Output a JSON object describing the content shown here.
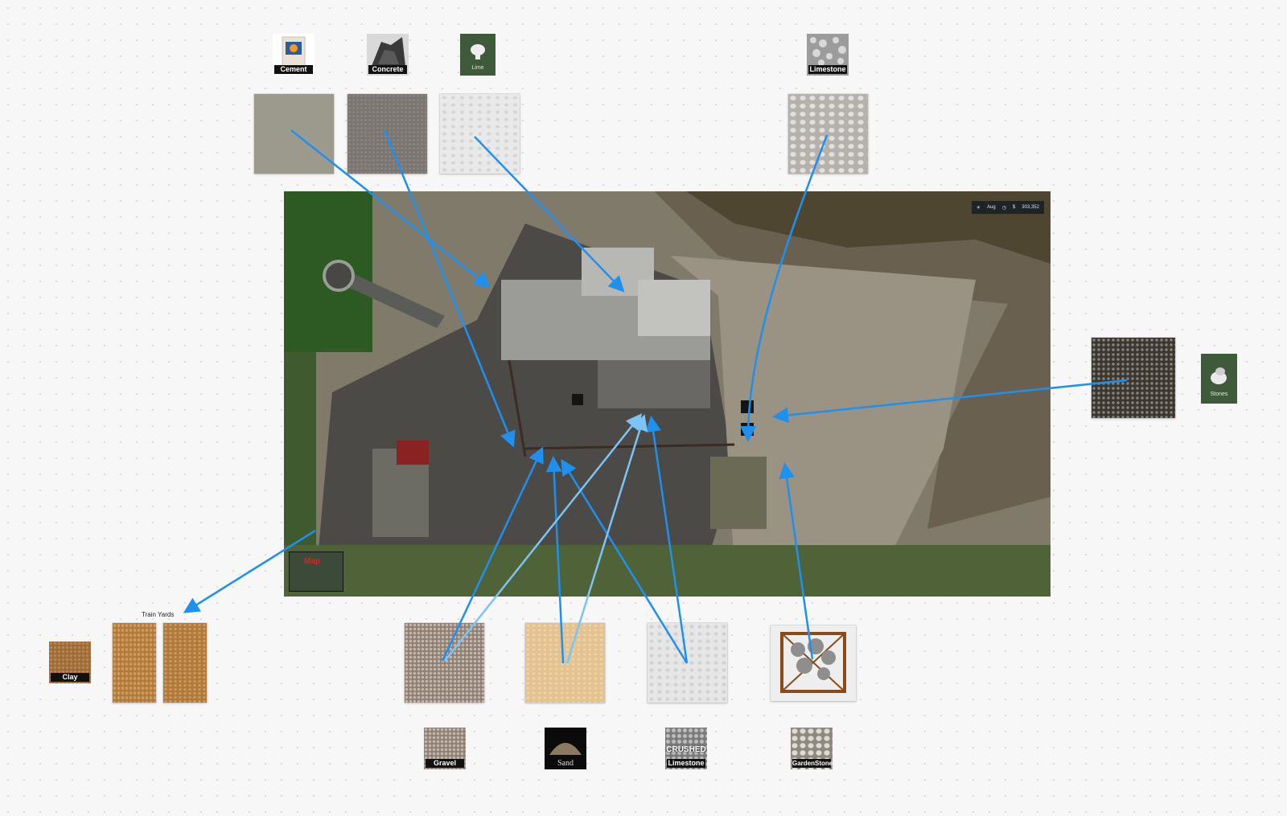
{
  "icons": {
    "cement": "Cement",
    "concrete": "Concrete",
    "lime": "Lime",
    "limestone": "Limestone",
    "stones": "Stones",
    "clay": "Clay",
    "gravel": "Gravel",
    "sand": "Sand",
    "crushed_top": "CRUSHED",
    "crushed_limestone": "Limestone",
    "gardenstone": "GardenStone"
  },
  "train_yards_label": "Train Yards",
  "map": {
    "hud_month": "Aug",
    "hud_money": "303,352",
    "minimap_label": "Map"
  },
  "colors": {
    "arrow_primary": "#1e90f0",
    "arrow_light": "#7cc4f5"
  }
}
